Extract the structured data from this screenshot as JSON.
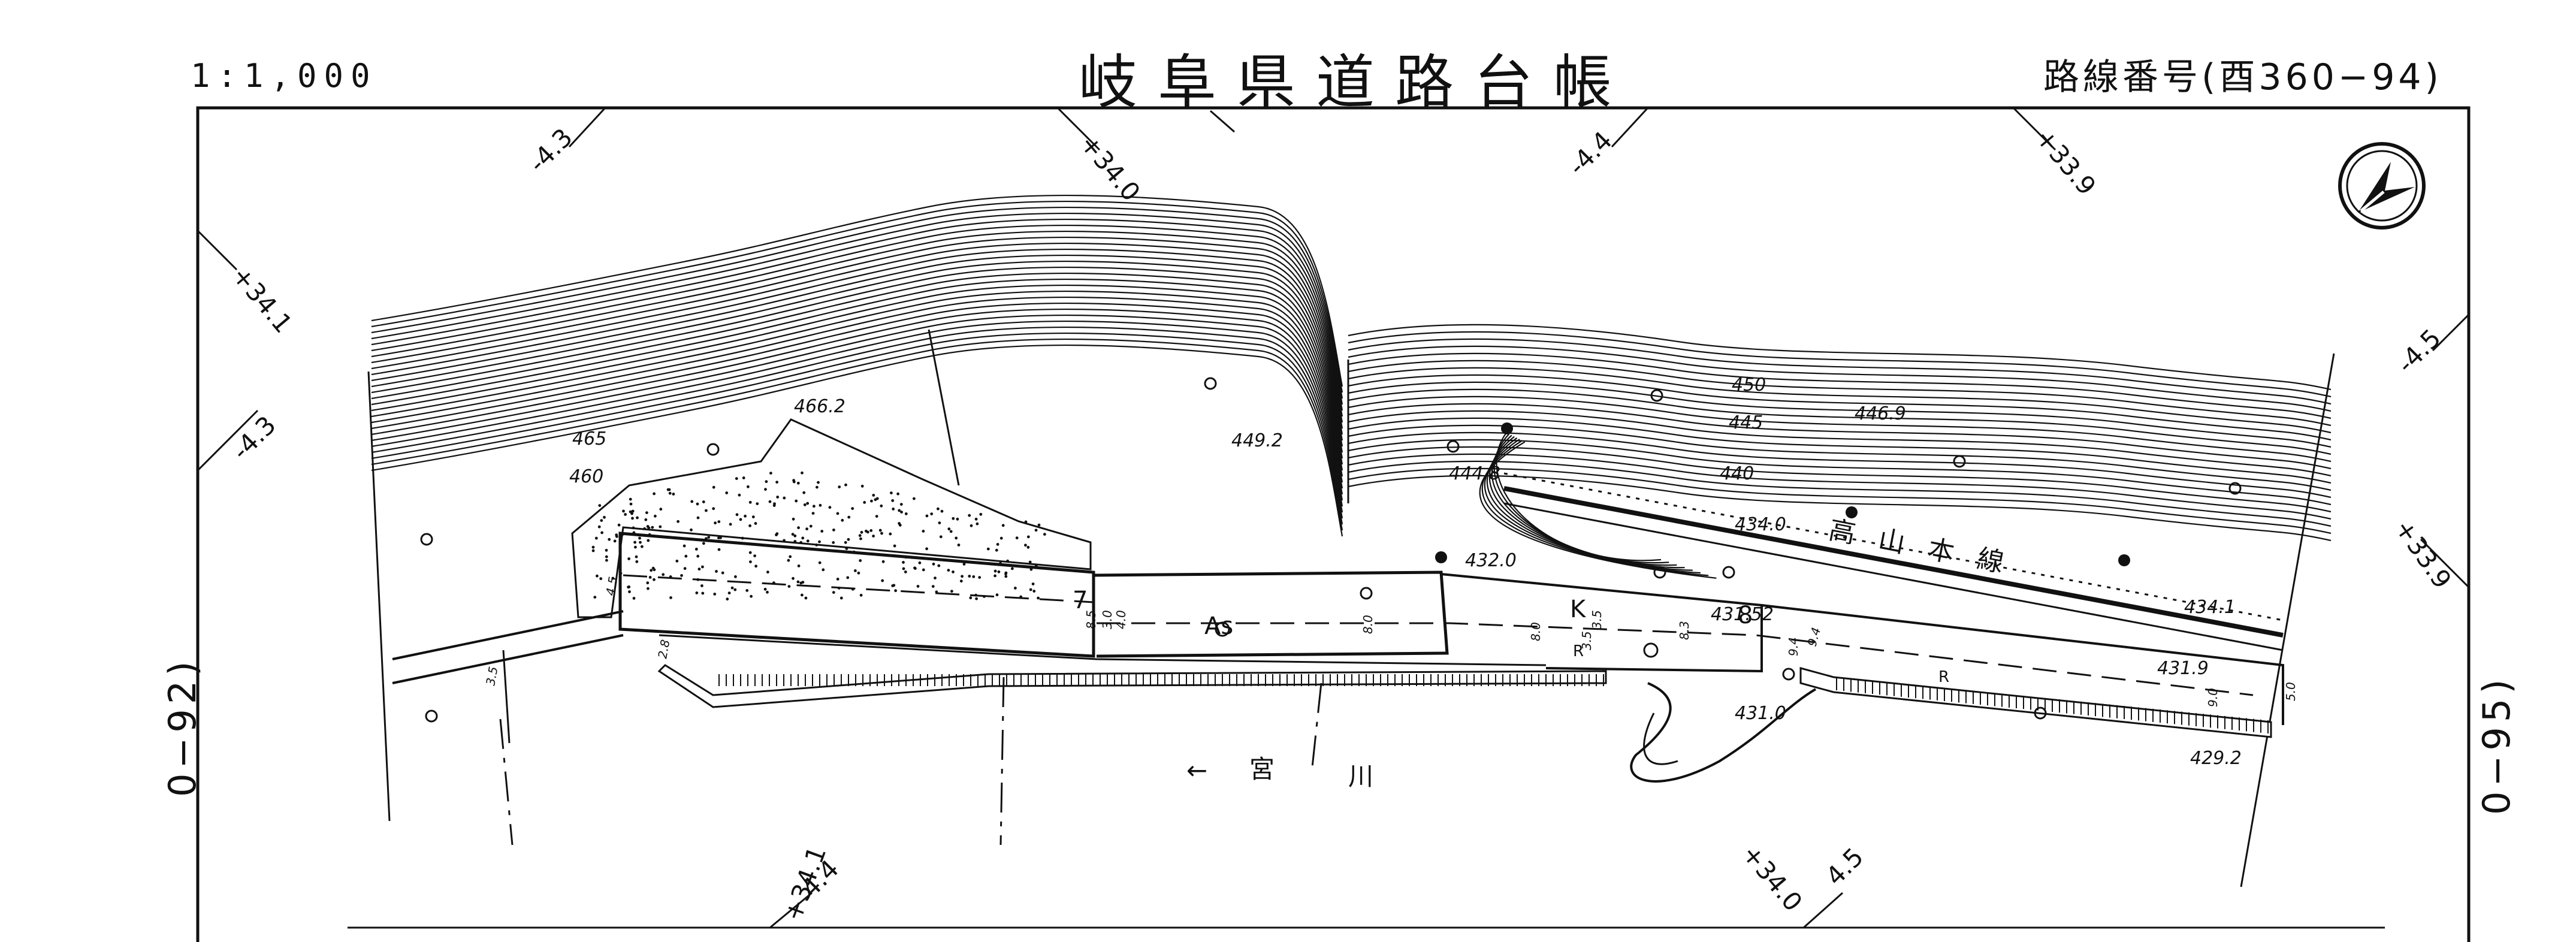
{
  "header": {
    "scale": "1:1,000",
    "title": "岐阜県道路台帳",
    "route_number": "路線番号(⾣360−94)"
  },
  "side_labels": {
    "left": "0−92)",
    "right": "0−95)"
  },
  "stations": [
    "-4.3",
    "+34.0",
    "-4.4",
    "+33.9",
    "+34.1",
    "-4.3",
    "-4.5",
    "+33.9",
    "4.4",
    "+34.1",
    "+34.0",
    "4.5"
  ],
  "contour_labels": [
    "466.2",
    "465",
    "460",
    "449.2",
    "450",
    "445",
    "446.9",
    "440",
    "444.8",
    "432.0",
    "434.0",
    "434.1",
    "431.52",
    "431.9",
    "431.0",
    "429.2"
  ],
  "road": {
    "name": "高山本線",
    "surface": "As",
    "letters": [
      "K",
      "8",
      "R",
      "R",
      "7"
    ]
  },
  "river": {
    "arrow": "←",
    "name_1": "宮",
    "name_2": "川"
  },
  "widths": [
    "4.5",
    "3.5",
    "2.8",
    "3.0",
    "4.0",
    "3.5",
    "8.0",
    "8.0",
    "3.5",
    "8.3",
    "9.4",
    "9.4",
    "9.0",
    "5.0",
    "8.5",
    "3.5"
  ]
}
